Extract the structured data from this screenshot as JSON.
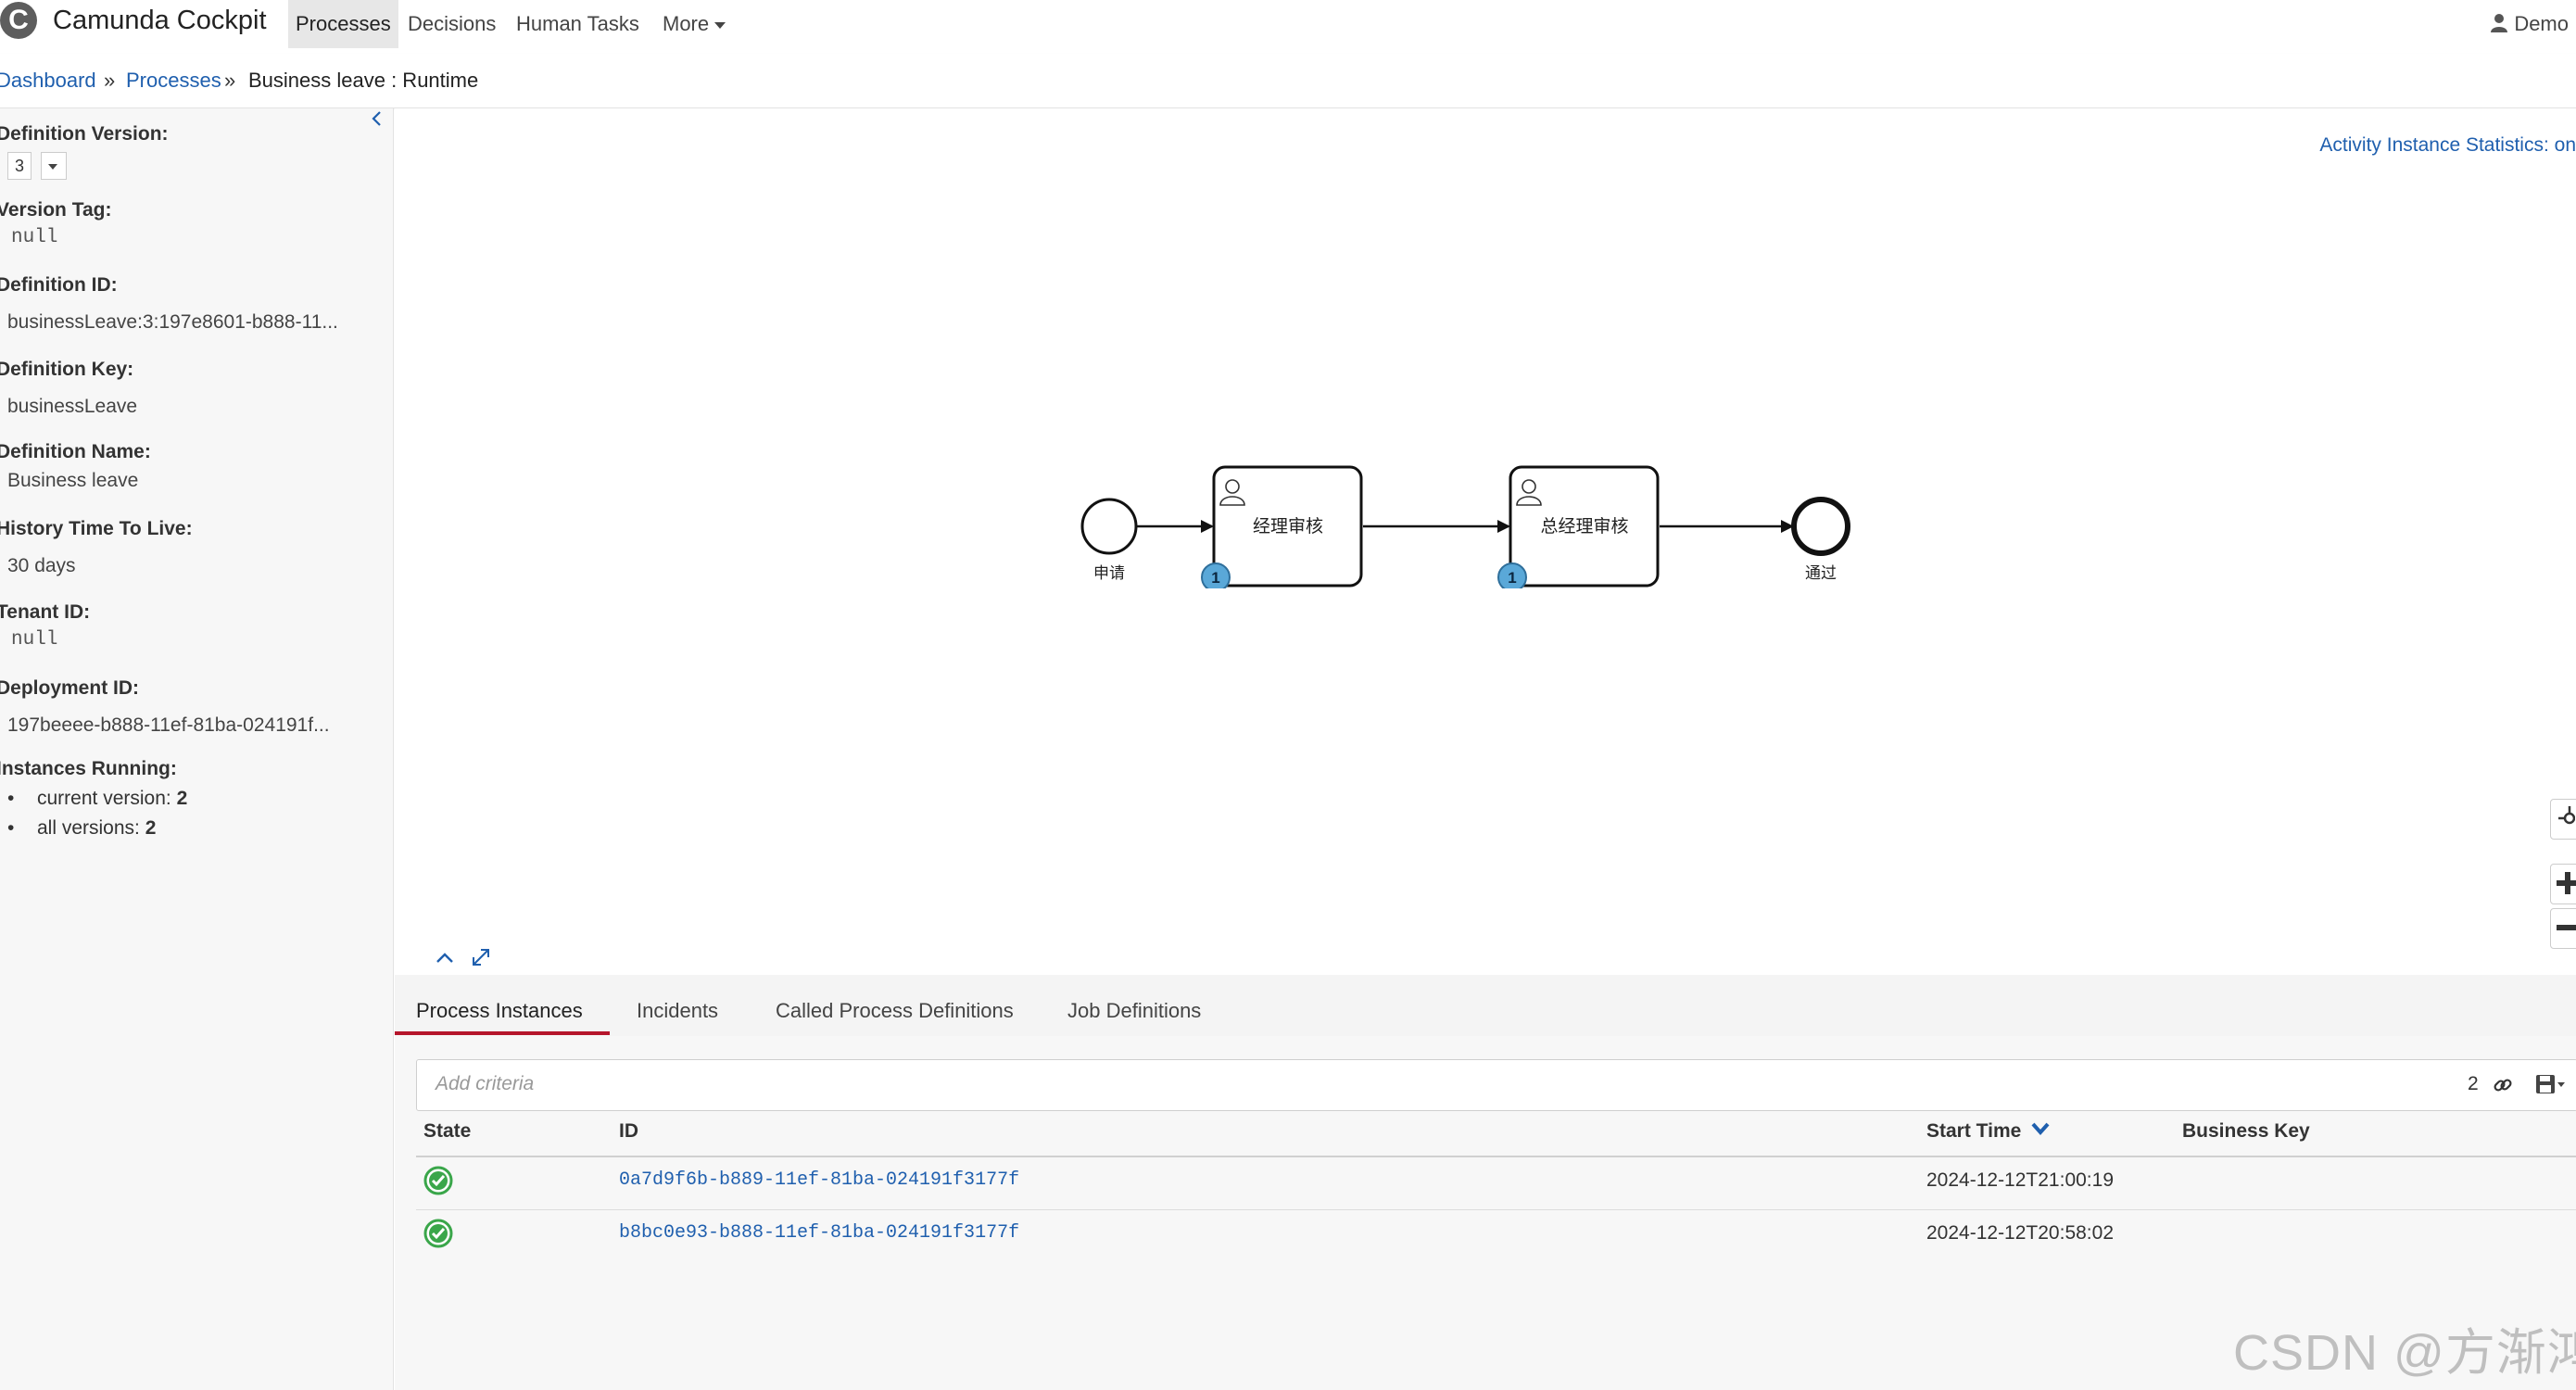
{
  "app": {
    "logo_letter": "C",
    "name": "Camunda Cockpit"
  },
  "nav": {
    "items": [
      "Processes",
      "Decisions",
      "Human Tasks",
      "More"
    ],
    "active": "Processes",
    "user": "Demo"
  },
  "breadcrumb": {
    "items": [
      "Dashboard",
      "Processes",
      "Business leave : Runtime"
    ],
    "separator": "»"
  },
  "sidebar": {
    "version_label": "Definition Version:",
    "version_value": "3",
    "version_tag_label": "Version Tag:",
    "version_tag_value": "null",
    "definition_id_label": "Definition ID:",
    "definition_id_value": "businessLeave:3:197e8601-b888-11...",
    "definition_key_label": "Definition Key:",
    "definition_key_value": "businessLeave",
    "definition_name_label": "Definition Name:",
    "definition_name_value": "Business leave",
    "history_ttl_label": "History Time To Live:",
    "history_ttl_value": "30 days",
    "tenant_id_label": "Tenant ID:",
    "tenant_id_value": "null",
    "deployment_id_label": "Deployment ID:",
    "deployment_id_value": "197beeee-b888-11ef-81ba-024191f...",
    "instances_label": "Instances Running:",
    "current_version_label": "current version:",
    "current_version_count": "2",
    "all_versions_label": "all versions:",
    "all_versions_count": "2"
  },
  "diagram": {
    "stats_toggle": "Activity Instance Statistics: on",
    "start_event": "申请",
    "task1": "经理审核",
    "task2": "总经理审核",
    "end_event": "通过",
    "task1_badge": "1",
    "task2_badge": "1"
  },
  "tabs": [
    "Process Instances",
    "Incidents",
    "Called Process Definitions",
    "Job Definitions"
  ],
  "filter": {
    "placeholder": "Add criteria",
    "count": "2"
  },
  "table": {
    "columns": [
      "State",
      "ID",
      "Start Time",
      "Business Key"
    ],
    "rows": [
      {
        "state": "ok",
        "id": "0a7d9f6b-b889-11ef-81ba-024191f3177f",
        "start_time": "2024-12-12T21:00:19",
        "business_key": ""
      },
      {
        "state": "ok",
        "id": "b8bc0e93-b888-11ef-81ba-024191f3177f",
        "start_time": "2024-12-12T20:58:02",
        "business_key": ""
      }
    ]
  },
  "watermark": "CSDN @方渐鸿",
  "colors": {
    "link": "#1f5fae",
    "tab_underline": "#b5152b",
    "ok_green": "#3aa64a",
    "badge_blue": "#5aa8d8"
  }
}
